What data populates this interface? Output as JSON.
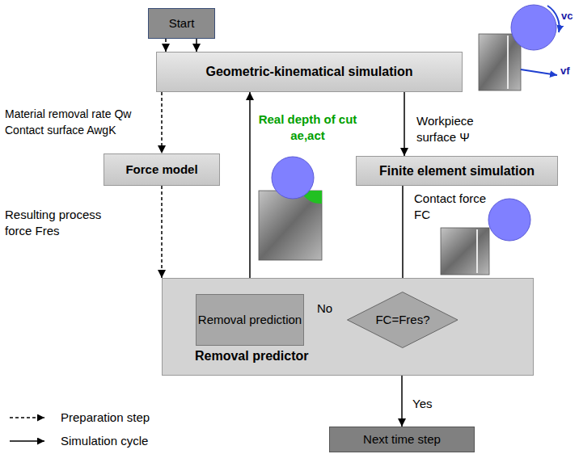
{
  "diagram": {
    "nodes": [
      {
        "text": [
          "Start"
        ]
      },
      {
        "text": [
          "Geometric-kinematical simulation"
        ]
      },
      {
        "text": [
          "Force model"
        ]
      },
      {
        "text": [
          "Finite element simulation"
        ]
      },
      {
        "text": [
          "Removal predictor"
        ]
      },
      {
        "text": [
          "Removal prediction"
        ],
        "in": 4
      },
      {
        "text": [
          "FC=Fres?"
        ],
        "in": 4
      },
      {
        "text": [
          "Next time step"
        ]
      }
    ],
    "edges": [
      {
        "from": 0,
        "to": 1,
        "arrow": "to"
      },
      {
        "from": 0,
        "to": 1,
        "arrow": "to"
      },
      {
        "from": 1,
        "to": 2,
        "arrow": "to"
      },
      {
        "from": 1,
        "to": 3,
        "arrow": "to"
      },
      {
        "from": 2,
        "to": 4,
        "arrow": "to"
      },
      {
        "from": 3,
        "to": 6,
        "arrow": "to"
      },
      {
        "from": 6,
        "to": 5,
        "label": "No",
        "arrow": "to"
      },
      {
        "from": 5,
        "to": 1,
        "arrow": "to"
      },
      {
        "from": 6,
        "to": 7,
        "label": "Yes",
        "arrow": "to"
      }
    ],
    "labels": [
      "vc",
      "vf",
      "Material removal rate Qw",
      "Contact surface AwgK",
      "Workpiece surface Ψ",
      "Real depth of cut ae,act",
      "Resulting process force Fres",
      "Contact force FC"
    ],
    "legend": [
      {
        "text": "Preparation step"
      },
      {
        "text": "Simulation cycle"
      }
    ]
  }
}
